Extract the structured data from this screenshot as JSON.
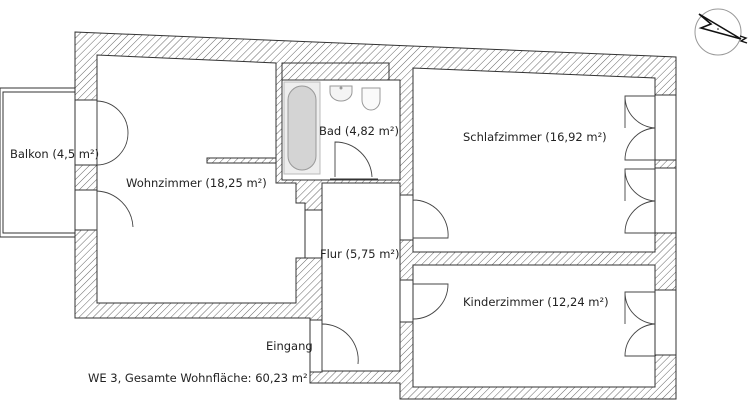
{
  "plan": {
    "rooms": [
      {
        "name": "Balkon",
        "area": "4,5 m²",
        "label": "Balkon (4,5 m²)"
      },
      {
        "name": "Wohnzimmer",
        "area": "18,25 m²",
        "label": "Wohnzimmer (18,25 m²)"
      },
      {
        "name": "Bad",
        "area": "4,82 m²",
        "label": "Bad (4,82 m²)"
      },
      {
        "name": "Schlafzimmer",
        "area": "16,92 m²",
        "label": "Schlafzimmer (16,92 m²)"
      },
      {
        "name": "Flur",
        "area": "5,75 m²",
        "label": "Flur (5,75 m²)"
      },
      {
        "name": "Kinderzimmer",
        "area": "12,24 m²",
        "label": "Kinderzimmer (12,24 m²)"
      }
    ],
    "entrance_label": "Eingang",
    "summary": "WE 3, Gesamte Wohnfläche: 60,23 m²",
    "compass_icon": "north-arrow-compass",
    "colors": {
      "wall_hatch": "#555555",
      "background": "#ffffff"
    }
  }
}
